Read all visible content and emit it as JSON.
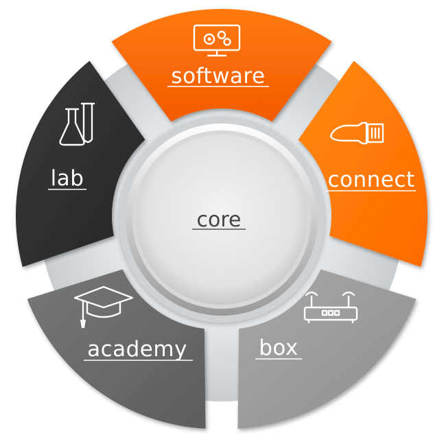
{
  "center": {
    "label": "core"
  },
  "segments": [
    {
      "id": "software",
      "label": "software",
      "icon": "monitor-gears-icon",
      "color": "#ff6a00"
    },
    {
      "id": "connect",
      "label": "connect",
      "icon": "ethernet-cable-icon",
      "color": "#ff7b00"
    },
    {
      "id": "box",
      "label": "box",
      "icon": "router-icon",
      "color": "#a0a0a0"
    },
    {
      "id": "academy",
      "label": "academy",
      "icon": "graduation-cap-icon",
      "color": "#6b6b6b"
    },
    {
      "id": "lab",
      "label": "lab",
      "icon": "lab-flask-icon",
      "color": "#303030"
    }
  ],
  "colors": {
    "ring": "#d5d9dc",
    "center": "#e6e6e6"
  }
}
